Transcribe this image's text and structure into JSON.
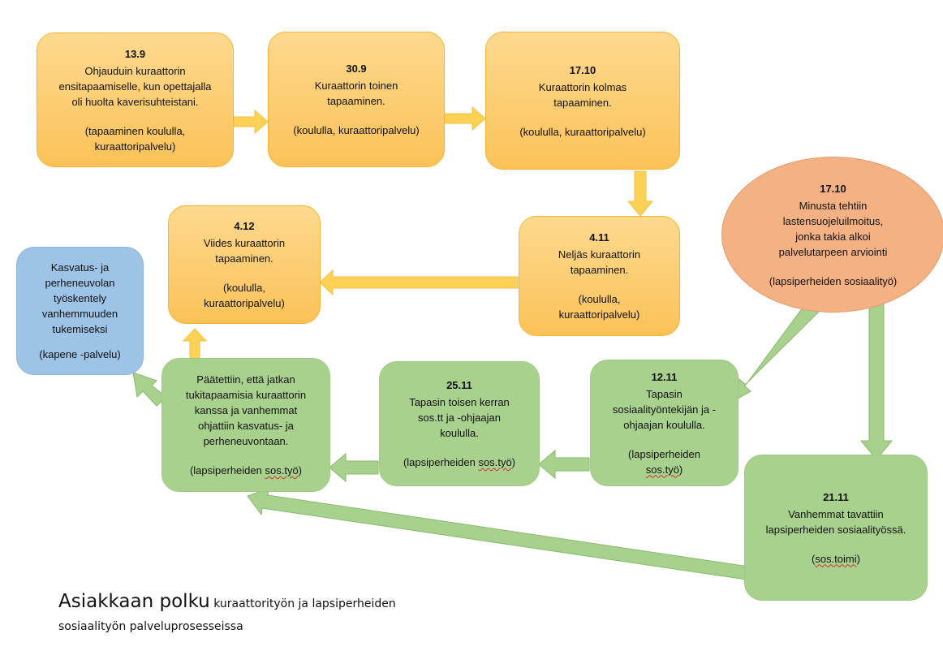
{
  "nodes": {
    "n1": {
      "date": "13.9",
      "body": "Ohjauduin kuraattorin\nensitapaamiselle, kun opettajalla\noli huolta kaverisuhteistani.",
      "note": "(tapaaminen koululla,\nkuraattoripalvelu)"
    },
    "n2": {
      "date": "30.9",
      "body": "Kuraattorin toinen\ntapaaminen.",
      "note": "(koululla, kuraattoripalvelu)"
    },
    "n3": {
      "date": "17.10",
      "body": "Kuraattorin kolmas\ntapaaminen.",
      "note": "(koululla, kuraattoripalvelu)"
    },
    "n4": {
      "date": "4.11",
      "body": "Neljäs kuraattorin\ntapaaminen.",
      "note": "(koululla,\nkuraattoripalvelu)"
    },
    "n5": {
      "date": "4.12",
      "body": "Viides kuraattorin\ntapaaminen.",
      "note": "(koululla,\nkuraattoripalvelu)"
    },
    "n6": {
      "date": "17.10",
      "body": "Minusta tehtiin\nlastensuojeluilmoitus,\njonka takia alkoi\npalvelutarpeen arviointi",
      "note": "(lapsiperheiden sosiaalityö)"
    },
    "n7": {
      "date": "12.11",
      "body": "Tapasin\nsosiaalityöntekijän ja -\nohjaajan koululla.",
      "note_prefix": "(lapsiperheiden\n",
      "note_word": "sos.työ",
      "note_suffix": ")"
    },
    "n8": {
      "date": "25.11",
      "body": "Tapasin toisen kerran\nsos.tt ja -ohjaajan\nkoululla.",
      "note_prefix": "(lapsiperheiden ",
      "note_word": "sos.työ",
      "note_suffix": ")"
    },
    "n9": {
      "body": "Päätettiin, että jatkan\ntukitapaamisia kuraattorin\nkanssa ja vanhemmat\nohjattiin kasvatus- ja\nperheneuvontaan.",
      "note_prefix": "(lapsiperheiden ",
      "note_word": "sos.työ",
      "note_suffix": ")"
    },
    "n10": {
      "date": "21.11",
      "body": "Vanhemmat tavattiin\nlapsiperheiden sosiaalityössä.",
      "note_prefix": "(",
      "note_word": "sos.toimi",
      "note_suffix": ")"
    },
    "n11": {
      "body": "Kasvatus- ja\nperheneuvolan\ntyöskentely\nvanhemmuuden\ntukemiseksi",
      "note": "(kapene -palvelu)"
    }
  },
  "caption": {
    "big": "Asiakkaan polku",
    "small": "kuraattorityön ja lapsiperheiden",
    "line2": "sosiaalityön palveluprosesseissa"
  },
  "colors": {
    "orange_fill": "#fcc258",
    "orange_arrow": "#fdd156",
    "green_fill": "#a9d18e",
    "green_arrow": "#a9d18e",
    "blue_fill": "#9dc3e6",
    "ellipse_fill": "#f4b183"
  }
}
